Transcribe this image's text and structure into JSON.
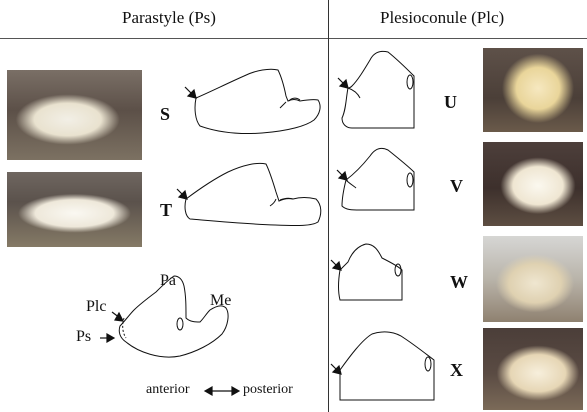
{
  "headers": {
    "left": "Parastyle (Ps)",
    "right": "Plesioconule (Plc)"
  },
  "panels": {
    "S": "S",
    "T": "T",
    "U": "U",
    "V": "V",
    "W": "W",
    "X": "X"
  },
  "diagram_labels": {
    "pa": "Pa",
    "me": "Me",
    "plc": "Plc",
    "ps": "Ps"
  },
  "legend": {
    "left": "anterior",
    "right": "posterior"
  }
}
